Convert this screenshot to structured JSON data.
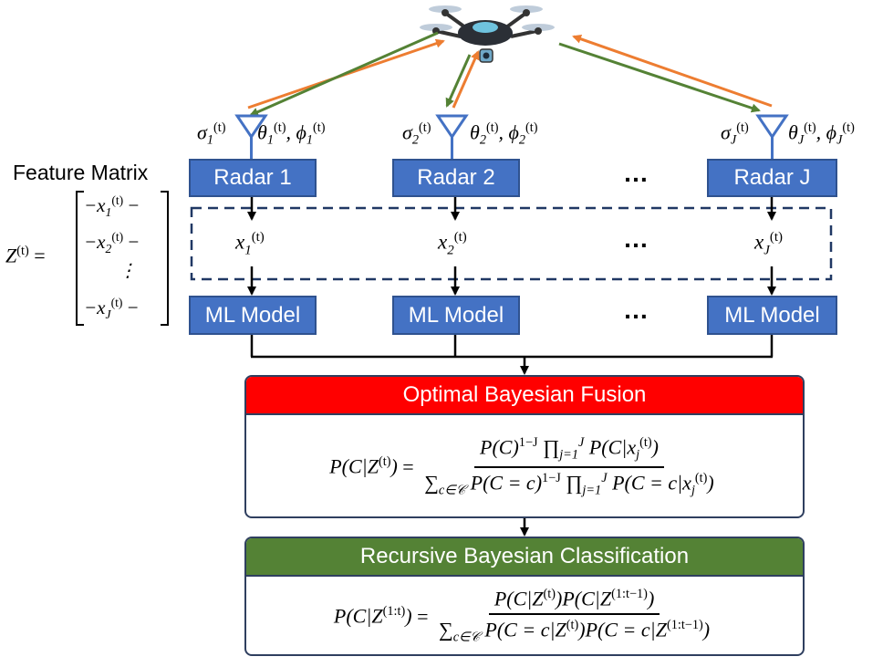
{
  "feature_matrix": {
    "label": "Feature Matrix",
    "lhs": "Z",
    "lhs_sup": "(t)",
    "rows": [
      "−x1(t) −",
      "−x2(t) −",
      "⋮",
      "−xJ(t) −"
    ]
  },
  "radars": [
    {
      "label": "Radar 1",
      "param_left": "σ1(t)",
      "param_right": "θ1(t), ϕ1(t)",
      "feature": "x1(t)",
      "model": "ML Model"
    },
    {
      "label": "Radar 2",
      "param_left": "σ2(t)",
      "param_right": "θ2(t), ϕ2(t)",
      "feature": "x2(t)",
      "model": "ML Model"
    },
    {
      "label": "Radar J",
      "param_left": "σJ(t)",
      "param_right": "θJ(t), ϕJ(t)",
      "feature": "xJ(t)",
      "model": "ML Model"
    }
  ],
  "ellipsis": "…",
  "fusion": {
    "title": "Optimal Bayesian Fusion",
    "equation": "P(C|Z(t)) = P(C)^(1−J) ∏_{j=1}^{J} P(C|x_j(t)) / ∑_{c∈𝒞} P(C=c)^(1−J) ∏_{j=1}^{J} P(C=c|x_j(t))"
  },
  "recursive": {
    "title": "Recursive Bayesian Classification",
    "equation": "P(C|Z(1:t)) = P(C|Z(t))P(C|Z(1:t−1)) / ∑_{c∈𝒞} P(C=c|Z(t))P(C=c|Z(1:t−1))"
  },
  "colors": {
    "box_fill": "#4472c4",
    "fusion_header": "#ff0000",
    "recursive_header": "#548235",
    "arrow_orange": "#ed7d31",
    "arrow_green": "#548235",
    "antenna": "#4472c4"
  },
  "icons": [
    "drone-icon",
    "antenna-icon"
  ]
}
